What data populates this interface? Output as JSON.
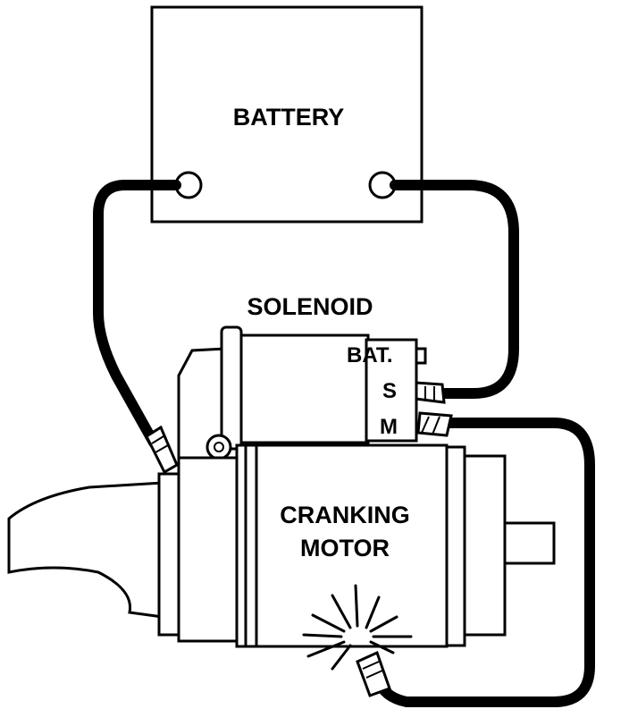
{
  "labels": {
    "battery": "BATTERY",
    "solenoid": "SOLENOID",
    "bat_terminal": "BAT.",
    "s_terminal": "S",
    "m_terminal": "M",
    "motor_line1": "CRANKING",
    "motor_line2": "MOTOR"
  },
  "colors": {
    "ink": "#000000",
    "paper": "#ffffff"
  }
}
